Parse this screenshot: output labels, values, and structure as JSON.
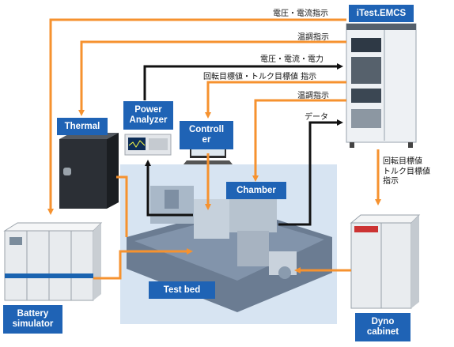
{
  "nodes": {
    "emcs": "iTest.EMCS",
    "power_analyzer": "Power\nAnalyzer",
    "thermal": "Thermal",
    "controller": "Controll\ner",
    "chamber": "Chamber",
    "test_bed": "Test bed",
    "battery_simulator": "Battery\nsimulator",
    "dyno_cabinet": "Dyno\ncabinet"
  },
  "signals": {
    "voltage_current_cmd": "電圧・電流指示",
    "temp_control_cmd_1": "温調指示",
    "voltage_current_power": "電圧・電流・電力",
    "rpm_torque_target_cmd": "回転目標値・トルク目標値 指示",
    "temp_control_cmd_2": "温調指示",
    "data": "データ",
    "dyno_targets": "回転目標値\nトルク目標値\n指示"
  },
  "colors": {
    "command_arrow": "#f6922f",
    "data_arrow": "#111111",
    "label_box": "#1f63b5"
  }
}
